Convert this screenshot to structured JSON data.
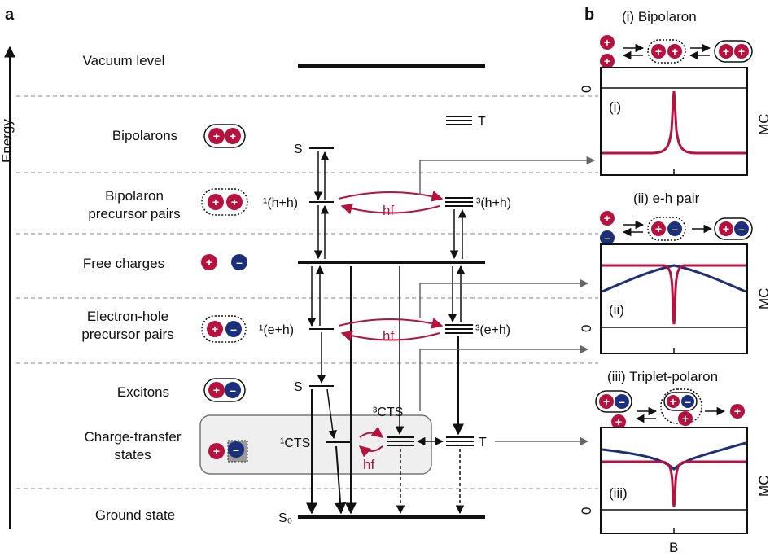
{
  "panel_a": {
    "letter": "a",
    "axis_label": "Energy",
    "levels": {
      "vacuum": "Vacuum level",
      "bipolarons": "Bipolarons",
      "bipolaron_pairs_1": "Bipolaron",
      "bipolaron_pairs_2": "precursor pairs",
      "free": "Free charges",
      "eh_pairs_1": "Electron-hole",
      "eh_pairs_2": "precursor pairs",
      "excitons": "Excitons",
      "ct_1": "Charge-transfer",
      "ct_2": "states",
      "ground": "Ground state"
    },
    "states": {
      "S_top": "S",
      "T_top": "T",
      "hh_singlet": "¹(h+h)",
      "hh_triplet": "³(h+h)",
      "eh_singlet": "¹(e+h)",
      "eh_triplet": "³(e+h)",
      "S_exciton": "S",
      "CTS_singlet": "¹CTS",
      "CTS_triplet": "³CTS",
      "T_exciton": "T",
      "ground": "S₀"
    },
    "hf": "hf"
  },
  "panel_b": {
    "letter": "b",
    "titles": {
      "i": "(i)  Bipolaron",
      "ii": "(ii)  e-h pair",
      "iii": "(iii)  Triplet-polaron"
    },
    "tags": {
      "i": "(i)",
      "ii": "(ii)",
      "iii": "(iii)"
    },
    "zero": "0",
    "ylabel": "MC",
    "xlabel": "B"
  },
  "colors": {
    "hole": "#b5123f",
    "electron": "#1b2f7a",
    "hf": "#b5123f",
    "ct_box": "#efefef"
  }
}
